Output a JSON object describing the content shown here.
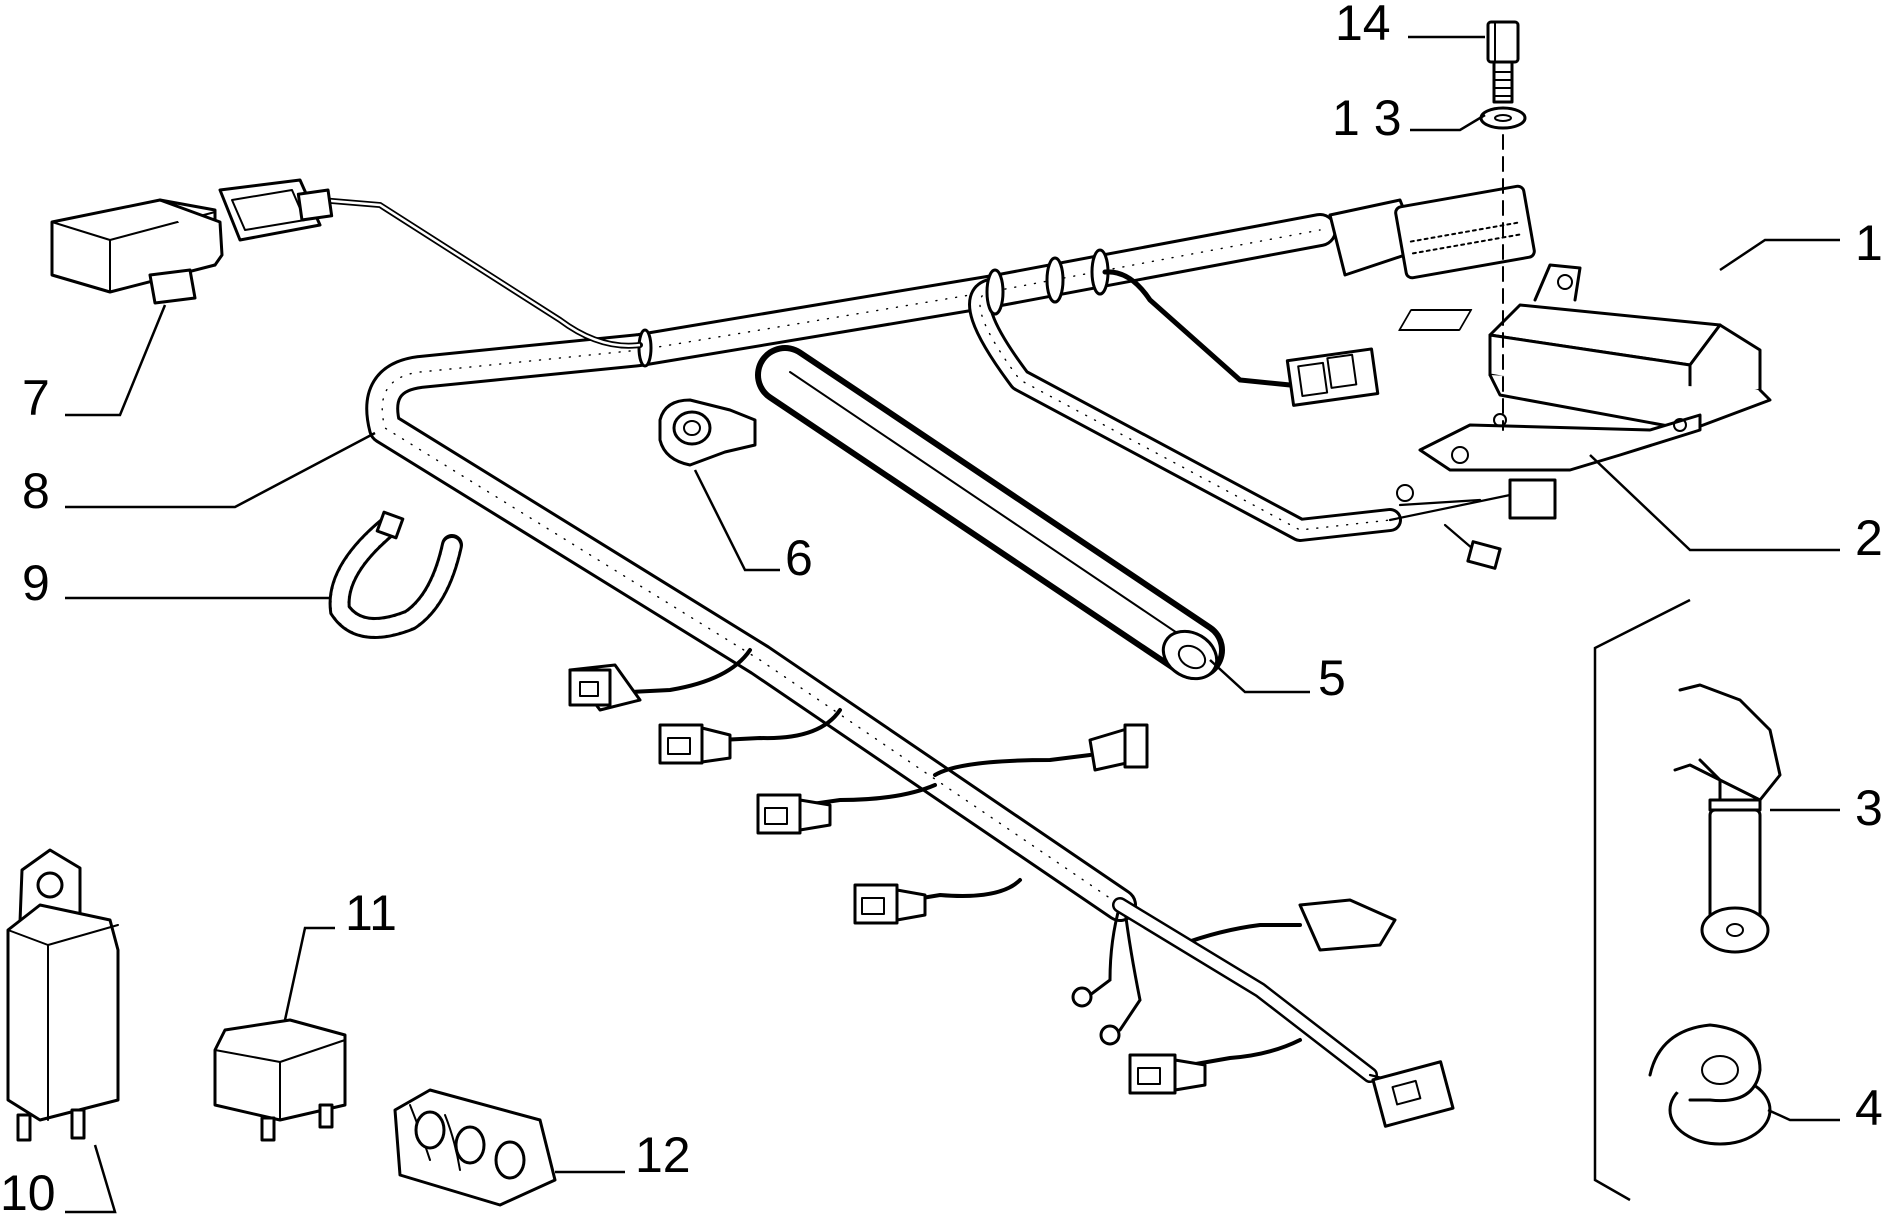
{
  "callouts": {
    "c1": "1",
    "c2": "2",
    "c3": "3",
    "c4": "4",
    "c5": "5",
    "c6": "6",
    "c7": "7",
    "c8": "8",
    "c9": "9",
    "c10": "10",
    "c11": "11",
    "c12": "12",
    "c13": "1 3",
    "c14": "14"
  }
}
